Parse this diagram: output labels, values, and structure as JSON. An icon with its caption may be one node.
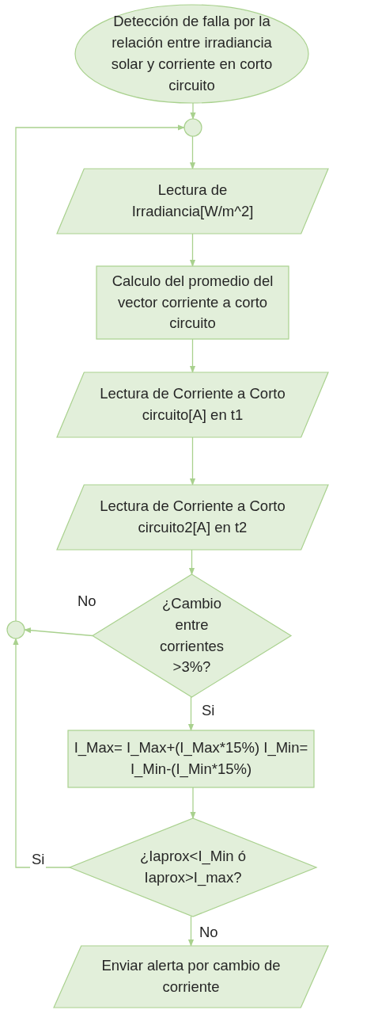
{
  "diagram": {
    "nodes": [
      {
        "text": [
          "Detección de falla por la relación entre irradiancia solar y corriente en corto circuito"
        ]
      },
      {
        "text": [],
        "shape": "circle"
      },
      {
        "text": [
          "Lectura de Irradiancia[W/m^2]"
        ]
      },
      {
        "text": [
          "Calculo del promedio del vector corriente a corto circuito"
        ]
      },
      {
        "text": [
          "Lectura de Corriente a Corto circuito[A] en t1"
        ]
      },
      {
        "text": [
          "Lectura de Corriente a Corto circuito2[A] en t2"
        ]
      },
      {
        "text": [
          "¿Cambio entre corrientes >3%?"
        ]
      },
      {
        "text": [],
        "shape": "circle"
      },
      {
        "text": [
          "I_Max= I_Max+(I_Max*15%) I_Min= I_Min-(I_Min*15%)"
        ]
      },
      {
        "text": [
          "¿Iaprox<I_Min ó Iaprox>I_max?"
        ]
      },
      {
        "text": [
          "Enviar alerta por cambio de corriente"
        ]
      }
    ],
    "edges": [
      {
        "from": 0,
        "to": 1,
        "arrow": "to"
      },
      {
        "from": 1,
        "to": 2,
        "arrow": "to"
      },
      {
        "from": 2,
        "to": 3,
        "arrow": "to"
      },
      {
        "from": 3,
        "to": 4,
        "arrow": "to"
      },
      {
        "from": 4,
        "to": 5,
        "arrow": "to"
      },
      {
        "from": 5,
        "to": 6,
        "arrow": "to"
      },
      {
        "from": 6,
        "to": 7,
        "arrow": "to",
        "label": "No"
      },
      {
        "from": 7,
        "to": 1,
        "arrow": "to"
      },
      {
        "from": 6,
        "to": 8,
        "arrow": "to",
        "label": "Si"
      },
      {
        "from": 8,
        "to": 9,
        "arrow": "to"
      },
      {
        "from": 9,
        "to": 7,
        "arrow": "to",
        "label": "Si"
      },
      {
        "from": 9,
        "to": 10,
        "arrow": "to",
        "label": "No"
      }
    ]
  }
}
